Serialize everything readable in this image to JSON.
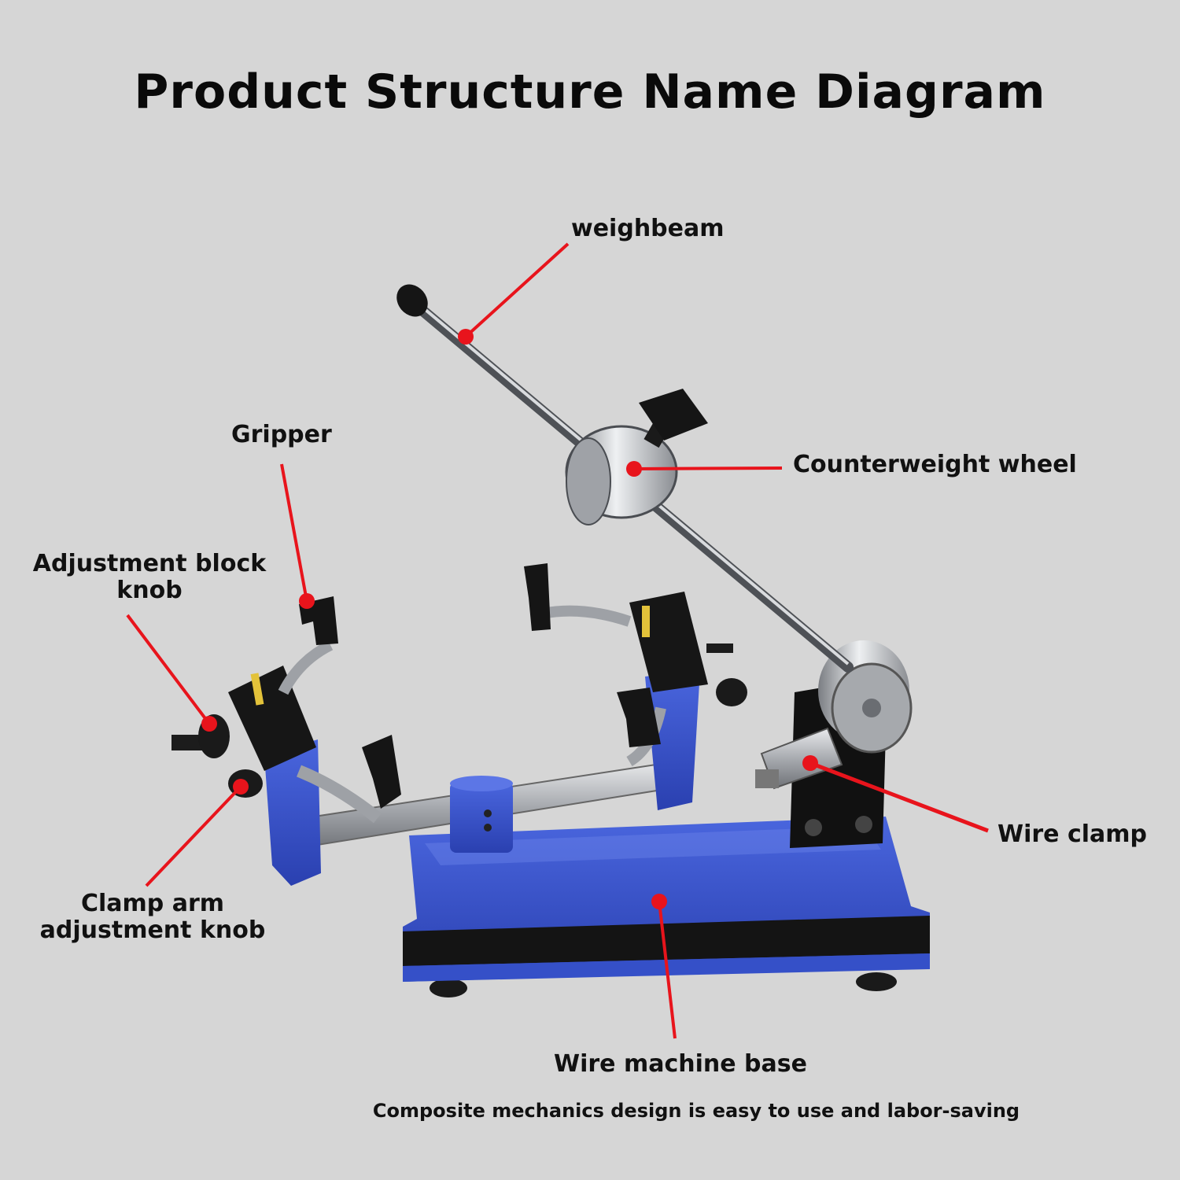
{
  "title": "Product Structure Name Diagram",
  "tagline": "Composite mechanics design is easy to use and labor-saving",
  "labels": {
    "weighbeam": "weighbeam",
    "counterweight": "Counterweight wheel",
    "gripper": "Gripper",
    "adjust_block_1": "Adjustment block",
    "adjust_block_2": "knob",
    "wire_clamp": "Wire clamp",
    "clamp_arm_1": "Clamp arm",
    "clamp_arm_2": "adjustment knob",
    "base": "Wire machine base"
  },
  "colors": {
    "background": "#d6d6d6",
    "leader": "#e8141c",
    "base_blue": "#3550c8",
    "dark": "#151515",
    "steel": "#b9bcc0"
  }
}
